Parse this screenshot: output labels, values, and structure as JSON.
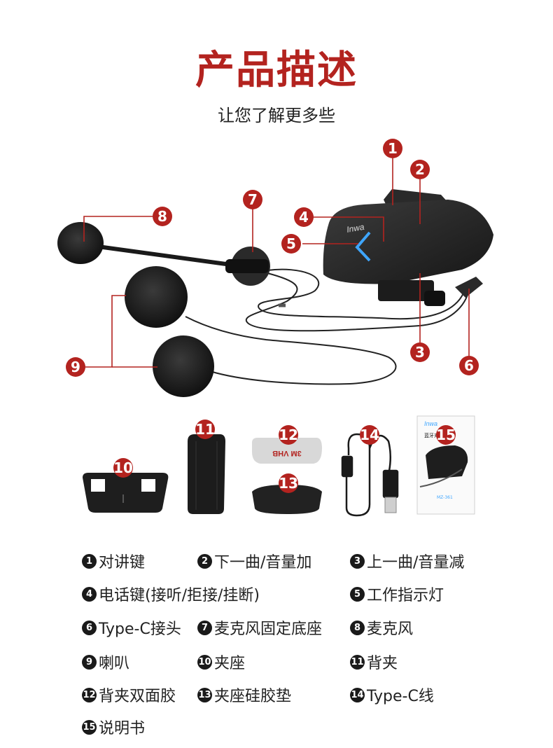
{
  "title": "产品描述",
  "subtitle": "让您了解更多些",
  "brand_logo": "Inwa",
  "manual": {
    "brand": "Inwa",
    "heading": "蓝牙对讲系统",
    "model": "MZ-361"
  },
  "adhesive_text": "3M VHB",
  "callouts": [
    "1",
    "2",
    "3",
    "4",
    "5",
    "6",
    "7",
    "8",
    "9",
    "10",
    "11",
    "12",
    "13",
    "14",
    "15"
  ],
  "legend": [
    {
      "num": "1",
      "label": "对讲键"
    },
    {
      "num": "2",
      "label": "下一曲/音量加"
    },
    {
      "num": "3",
      "label": "上一曲/音量减"
    },
    {
      "num": "4",
      "label": "电话键(接听/拒接/挂断)"
    },
    {
      "num": "5",
      "label": "工作指示灯"
    },
    {
      "num": "6",
      "label": "Type-C接头"
    },
    {
      "num": "7",
      "label": "麦克风固定底座"
    },
    {
      "num": "8",
      "label": "麦克风"
    },
    {
      "num": "9",
      "label": "喇叭"
    },
    {
      "num": "10",
      "label": "夹座"
    },
    {
      "num": "11",
      "label": "背夹"
    },
    {
      "num": "12",
      "label": "背夹双面胶"
    },
    {
      "num": "13",
      "label": "夹座硅胶垫"
    },
    {
      "num": "14",
      "label": "Type-C线"
    },
    {
      "num": "15",
      "label": "说明书"
    }
  ],
  "colors": {
    "accent": "#b3231f",
    "product": "#1e1e1e",
    "led": "#3fa6ff"
  }
}
